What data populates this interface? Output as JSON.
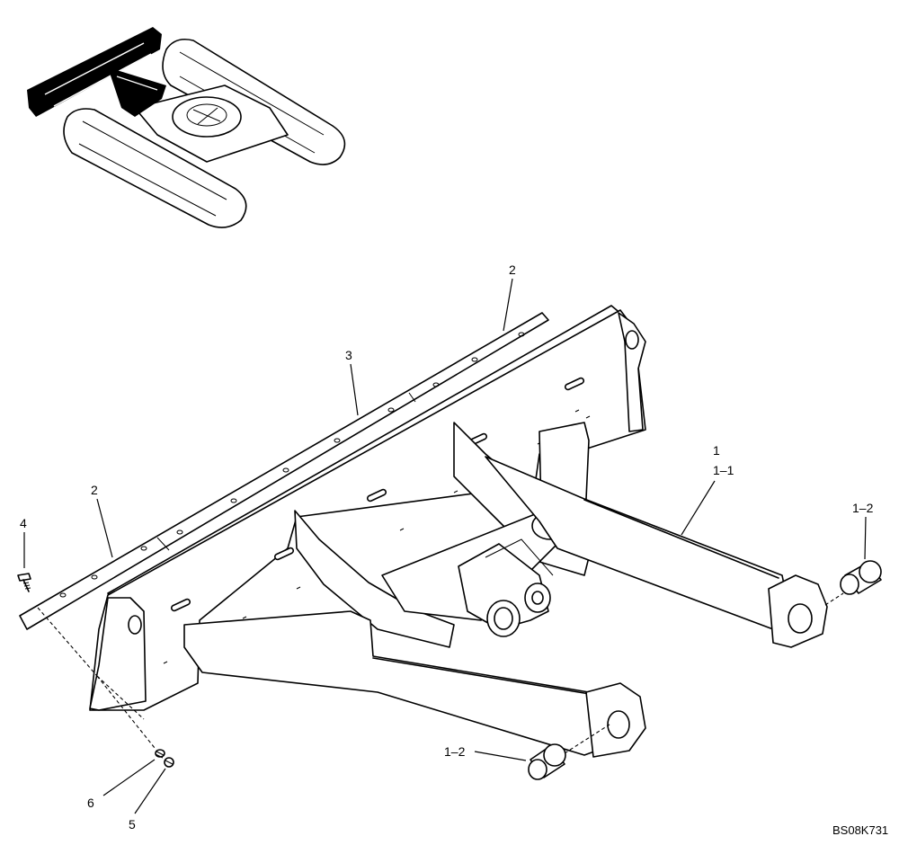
{
  "diagram": {
    "callouts": [
      {
        "id": "c2a",
        "text": "2"
      },
      {
        "id": "c3",
        "text": "3"
      },
      {
        "id": "c2b",
        "text": "2"
      },
      {
        "id": "c1",
        "text": "1"
      },
      {
        "id": "c11",
        "text": "1–1"
      },
      {
        "id": "c12a",
        "text": "1–2"
      },
      {
        "id": "c12b",
        "text": "1–2"
      },
      {
        "id": "c4",
        "text": "4"
      },
      {
        "id": "c6",
        "text": "6"
      },
      {
        "id": "c5",
        "text": "5"
      }
    ],
    "figure_code": "BS08K731"
  }
}
